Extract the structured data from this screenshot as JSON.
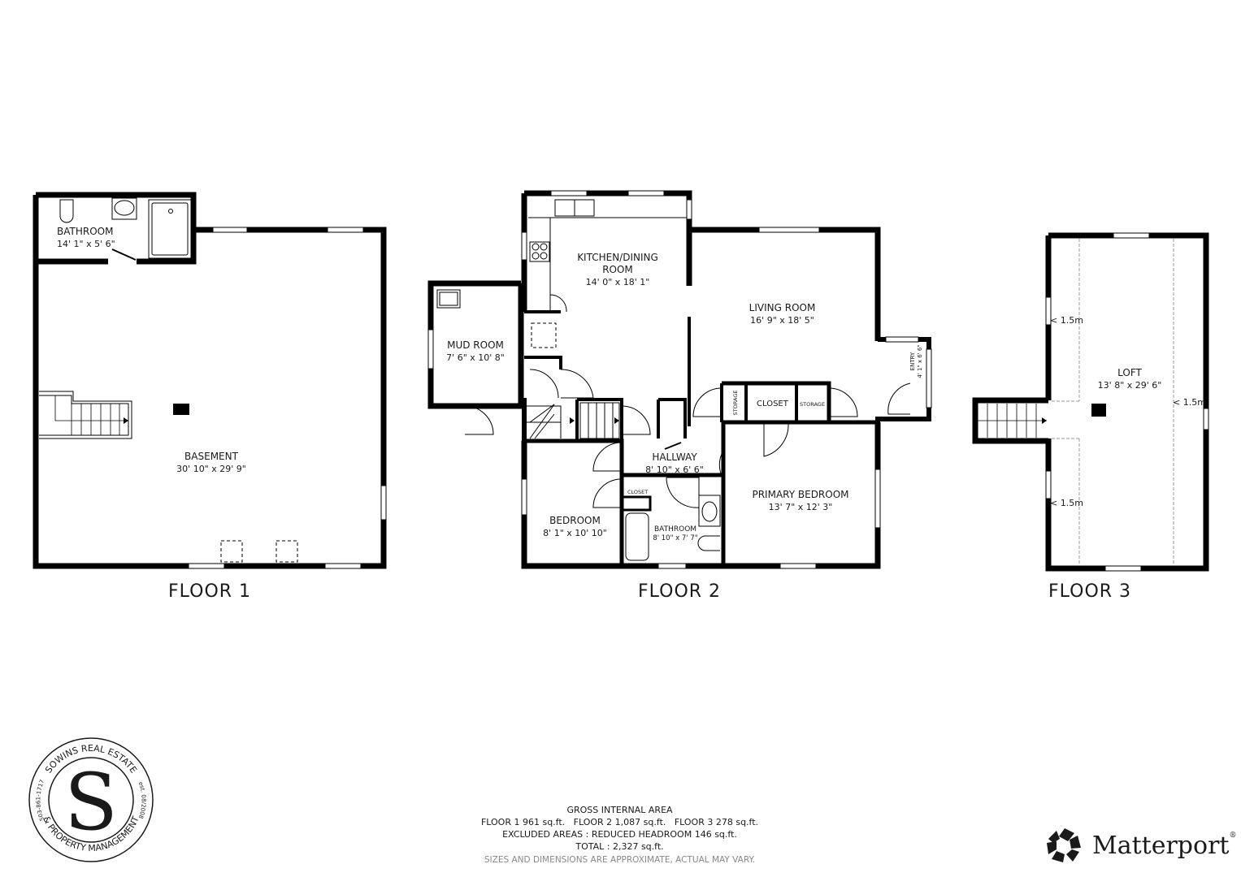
{
  "floors": [
    {
      "title": "FLOOR 1",
      "rooms": [
        {
          "name": "BATHROOM",
          "dims": "14' 1\" x 5' 6\""
        },
        {
          "name": "BASEMENT",
          "dims": "30' 10\" x 29' 9\""
        }
      ]
    },
    {
      "title": "FLOOR 2",
      "rooms": [
        {
          "name": "KITCHEN/DINING",
          "name2": "ROOM",
          "dims": "14' 0\" x 18' 1\""
        },
        {
          "name": "MUD ROOM",
          "dims": "7' 6\" x 10' 8\""
        },
        {
          "name": "LIVING ROOM",
          "dims": "16' 9\" x 18' 5\""
        },
        {
          "name": "ENTRY",
          "dims": "4' 1\" x 6' 6\""
        },
        {
          "name": "HALLWAY",
          "dims": "8' 10\" x 6' 6\""
        },
        {
          "name": "BEDROOM",
          "dims": "8' 1\" x 10' 10\""
        },
        {
          "name": "BATHROOM",
          "dims": "8' 10\" x 7' 7\""
        },
        {
          "name": "PRIMARY BEDROOM",
          "dims": "13' 7\" x 12' 3\""
        }
      ],
      "closets": [
        "STORAGE",
        "CLOSET",
        "STORAGE",
        "CLOSET"
      ]
    },
    {
      "title": "FLOOR 3",
      "rooms": [
        {
          "name": "LOFT",
          "dims": "13' 8\" x 29' 6\""
        }
      ],
      "headroom_labels": [
        "< 1.5m",
        "< 1.5m",
        "< 1.5m"
      ]
    }
  ],
  "summary": {
    "heading": "GROSS INTERNAL AREA",
    "floor_areas": "FLOOR 1 961 sq.ft.   FLOOR 2 1,087 sq.ft.   FLOOR 3 278 sq.ft.",
    "excluded": "EXCLUDED AREAS :  REDUCED HEADROOM 146 sq.ft.",
    "total": "TOTAL :  2,327 sq.ft.",
    "disclaimer": "SIZES AND DIMENSIONS ARE APPROXIMATE, ACTUAL MAY VARY."
  },
  "branding": {
    "agency_top": "SOWINS REAL ESTATE",
    "agency_bottom": "& PROPERTY MANAGEMENT",
    "phone": "503-861-1717",
    "established": "est. 08/2008",
    "monogram": "S",
    "matterport": "Matterport",
    "registered": "®"
  }
}
